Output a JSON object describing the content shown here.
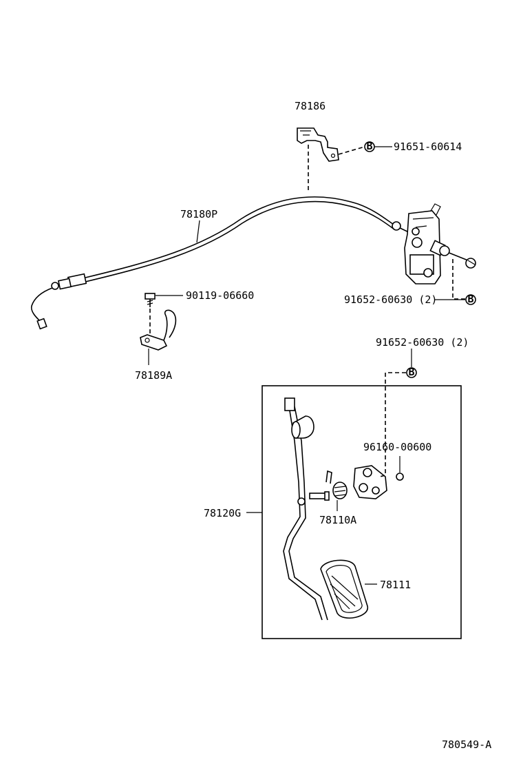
{
  "diagram": {
    "drawing_number": "780549-A",
    "parts": {
      "bracket_top": "78186",
      "bolt_top": "91651-60614",
      "cable": "78180P",
      "bolt_left": "90119-06660",
      "clamp": "78189A",
      "bolt_right": "91652-60630 (2)",
      "bolt_mid": "91652-60630 (2)",
      "ring": "96160-00600",
      "pedal_assy": "78120G",
      "spring": "78110A",
      "pad": "78111"
    },
    "callout_letter": "B"
  }
}
